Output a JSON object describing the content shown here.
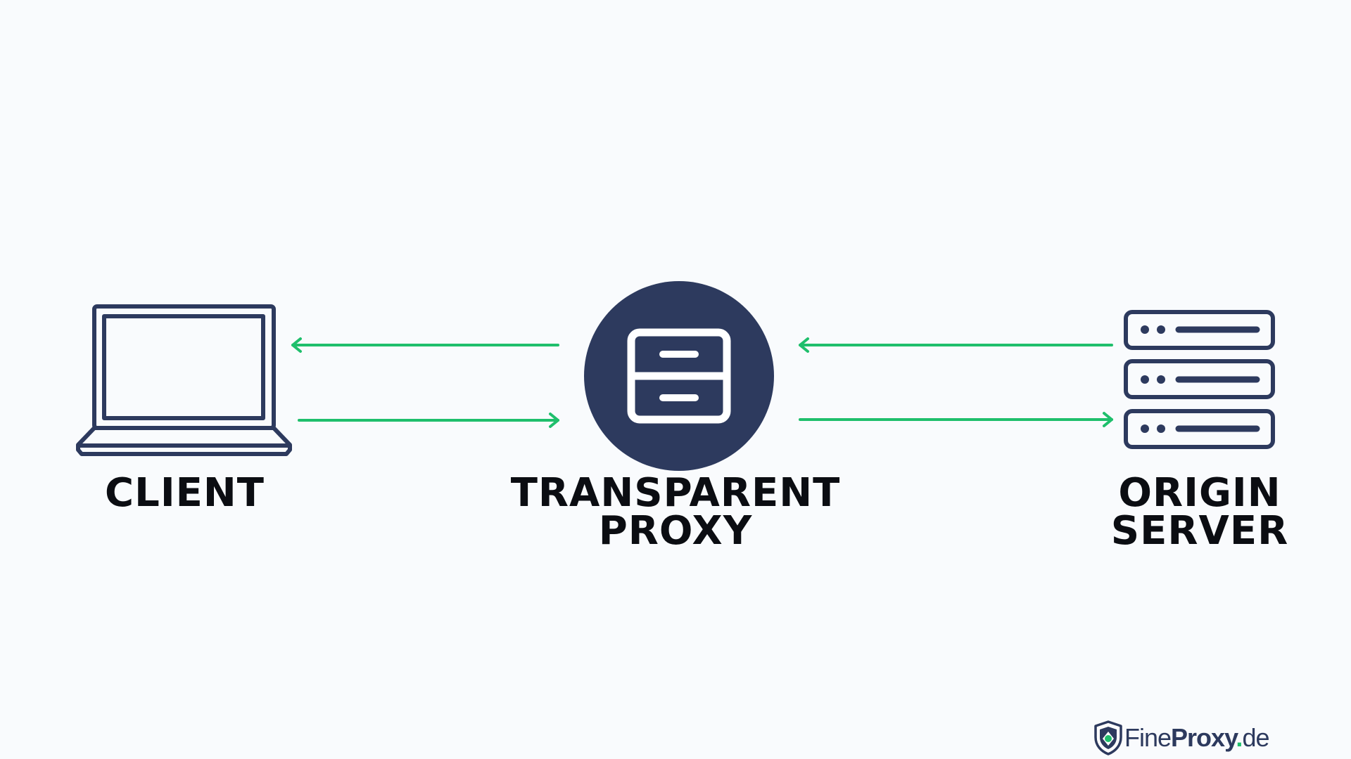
{
  "colors": {
    "background": "#f9fbfd",
    "icon_navy": "#2d3a5e",
    "arrow_green": "#1fbf6c",
    "label_text": "#0b0d12",
    "brand_green": "#1fbf6c"
  },
  "nodes": {
    "client": {
      "label": "CLIENT",
      "icon": "laptop-icon"
    },
    "proxy": {
      "label_line1": "TRANSPARENT",
      "label_line2": "PROXY",
      "icon": "server-drawer-icon"
    },
    "server": {
      "label_line1": "ORIGIN",
      "label_line2": "SERVER",
      "icon": "server-rack-icon"
    }
  },
  "edges": [
    {
      "from": "proxy",
      "to": "client"
    },
    {
      "from": "client",
      "to": "proxy"
    },
    {
      "from": "server",
      "to": "proxy"
    },
    {
      "from": "proxy",
      "to": "server"
    }
  ],
  "brand": {
    "icon": "shield-logo-icon",
    "name_part1": "Fine",
    "name_part2": "Proxy",
    "dot": ".",
    "tld": "de"
  }
}
